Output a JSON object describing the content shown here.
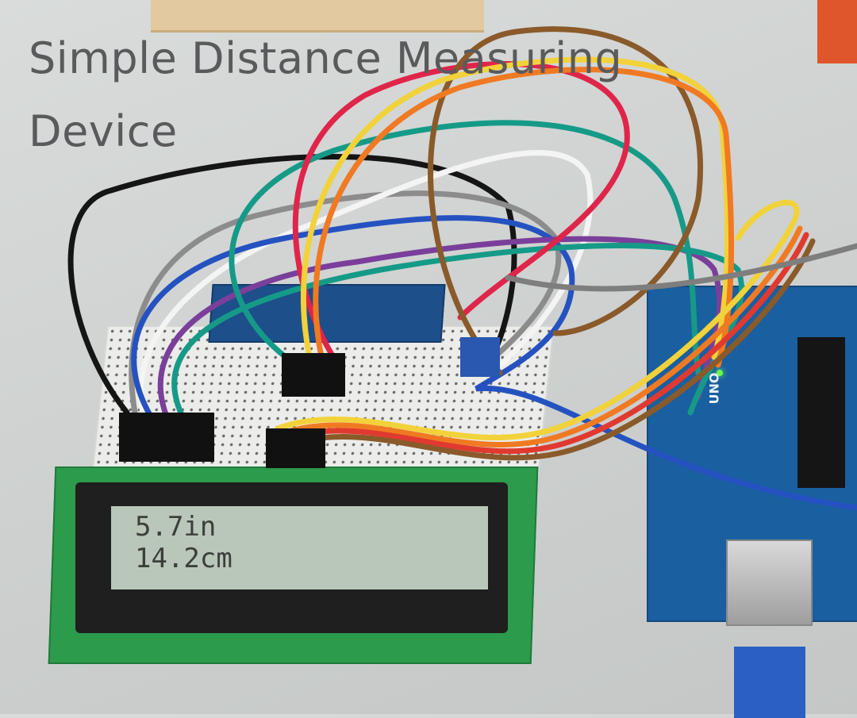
{
  "title": {
    "line1": "Simple Distance Measuring",
    "line2": "Device"
  },
  "lcd": {
    "line1": "5.7in",
    "line2": "14.2cm"
  },
  "board_label": "UNO",
  "colors": {
    "background": "#d3d6d5",
    "lcd_board": "#2d9b4c",
    "lcd_screen": "#b9c7ba",
    "arduino": "#1a5fa0",
    "title_text": "#5a5a5c"
  }
}
